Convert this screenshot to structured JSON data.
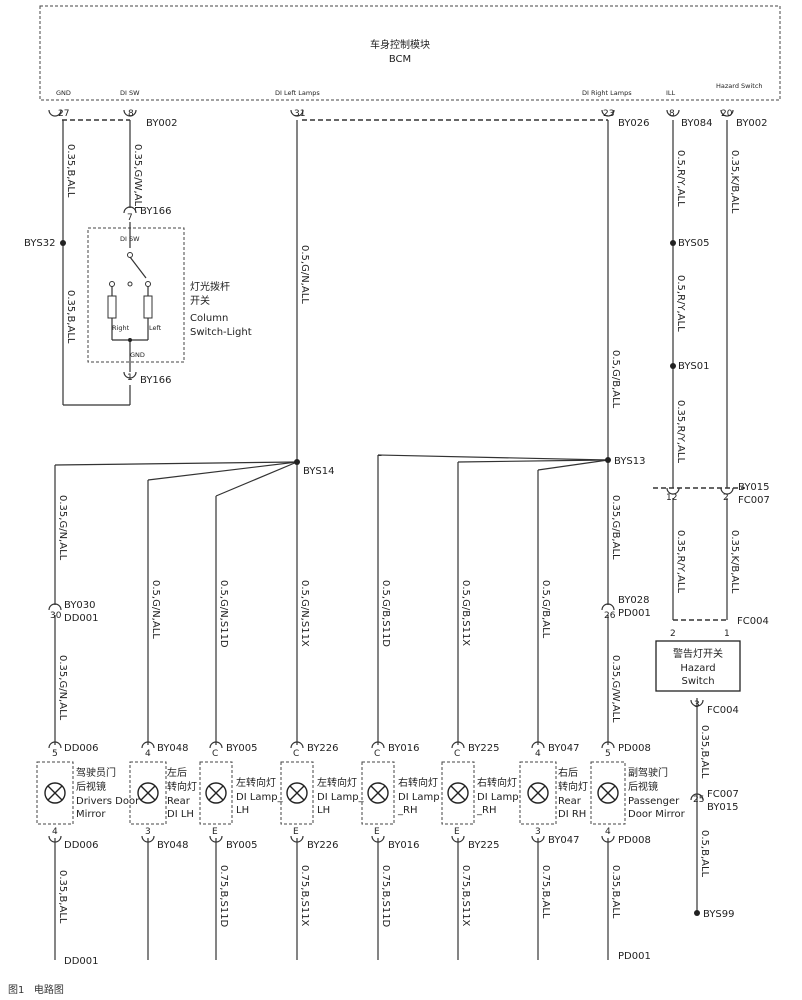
{
  "bcm": {
    "title_cn": "车身控制模块",
    "title_en": "BCM"
  },
  "bcm_pins": {
    "gnd": "GND",
    "di_sw": "DI SW",
    "di_left": "DI Left Lamps",
    "di_right": "DI Right Lamps",
    "ill": "ILL",
    "hazard": "Hazard Switch"
  },
  "pins": {
    "p27": "27",
    "p8": "8",
    "p31": "31",
    "p23": "23",
    "p8b": "8",
    "p20": "20",
    "p7": "7",
    "p1": "1",
    "p30": "30",
    "p26": "26",
    "p12": "12",
    "p2": "2",
    "p2b": "2",
    "p1b": "1",
    "p3": "3",
    "p25": "25"
  },
  "connectors": {
    "by002a": "BY002",
    "by026": "BY026",
    "by084": "BY084",
    "by002b": "BY002",
    "by166a": "BY166",
    "by166b": "BY166",
    "bys32": "BYS32",
    "bys05": "BYS05",
    "bys01": "BYS01",
    "bys14": "BYS14",
    "bys13": "BYS13",
    "by015a": "BY015",
    "fc007a": "FC007",
    "by030": "BY030",
    "dd001a": "DD001",
    "by028": "BY028",
    "pd001a": "PD001",
    "fc004a": "FC004",
    "fc004b": "FC004",
    "fc007b": "FC007",
    "by015b": "BY015",
    "bys99": "BYS99",
    "dd006a": "DD006",
    "by048a": "BY048",
    "by005a": "BY005",
    "by226a": "BY226",
    "by016a": "BY016",
    "by225a": "BY225",
    "by047a": "BY047",
    "pd008a": "PD008",
    "dd006b": "DD006",
    "by048b": "BY048",
    "by005b": "BY005",
    "by226b": "BY226",
    "by016b": "BY016",
    "by225b": "BY225",
    "by047b": "BY047",
    "pd008b": "PD008",
    "dd001b": "DD001",
    "pd001b": "PD001"
  },
  "wires": {
    "w1": "0.35,B,ALL",
    "w2": "0.35,G/W,ALL",
    "w3": "0.35,B,ALL",
    "w4": "0.5,G/N,ALL",
    "w5": "0.5,G/B,ALL",
    "w6": "0.5,R/Y,ALL",
    "w7": "0.5,R/Y,ALL",
    "w8": "0.35,R/Y,ALL",
    "w9": "0.35,K/B,ALL",
    "w10": "0.35,G/N,ALL",
    "w11": "0.5,G/N,ALL",
    "w12": "0.5,G/N,S11D",
    "w13": "0.5,G/N,S11X",
    "w14": "0.5,G/B,S11D",
    "w15": "0.5,G/B,S11X",
    "w16": "0.5,G/B,ALL",
    "w17": "0.35,G/B,ALL",
    "w18": "0.35,R/Y,ALL",
    "w19": "0.35,K/B,ALL",
    "w20": "0.35,G/N,ALL",
    "w21": "0.35,G/W,ALL",
    "w22": "0.35,B,ALL",
    "w23": "0.5,B,ALL",
    "b1": "0.35,B,ALL",
    "b2": "0.75,B,S11D",
    "b3": "0.75,B,S11X",
    "b4": "0.75,B,S11D",
    "b5": "0.75,B,S11X",
    "b6": "0.75,B,ALL",
    "b7": "0.35,B,ALL"
  },
  "switch": {
    "label": "DI SW",
    "right": "Right",
    "left": "Left",
    "gnd": "GND",
    "cn1": "灯光拨杆",
    "cn2": "开关",
    "en1": "Column",
    "en2": "Switch-Light"
  },
  "hazard": {
    "cn": "警告灯开关",
    "en1": "Hazard",
    "en2": "Switch"
  },
  "lamps": [
    {
      "pin_top": "5",
      "pin_bot": "4",
      "cn1": "驾驶员门",
      "cn2": "后视镜",
      "en1": "Drivers Door",
      "en2": "Mirror"
    },
    {
      "pin_top": "4",
      "pin_bot": "3",
      "cn1": "左后",
      "cn2": "转向灯",
      "en1": "Rear",
      "en2": "DI LH"
    },
    {
      "pin_top": "C",
      "pin_bot": "E",
      "cn1": "左转向灯",
      "cn2": "",
      "en1": "DI Lamp_",
      "en2": "LH"
    },
    {
      "pin_top": "C",
      "pin_bot": "E",
      "cn1": "左转向灯",
      "cn2": "",
      "en1": "DI Lamp_",
      "en2": "LH"
    },
    {
      "pin_top": "C",
      "pin_bot": "E",
      "cn1": "右转向灯",
      "cn2": "",
      "en1": "DI Lamp",
      "en2": "_RH"
    },
    {
      "pin_top": "C",
      "pin_bot": "E",
      "cn1": "右转向灯",
      "cn2": "",
      "en1": "DI Lamp",
      "en2": "_RH"
    },
    {
      "pin_top": "4",
      "pin_bot": "3",
      "cn1": "右后",
      "cn2": "转向灯",
      "en1": "Rear",
      "en2": "DI RH"
    },
    {
      "pin_top": "5",
      "pin_bot": "4",
      "cn1": "副驾驶门",
      "cn2": "后视镜",
      "en1": "Passenger",
      "en2": "Door Mirror"
    }
  ],
  "caption": {
    "fig": "图1",
    "title": "电路图"
  }
}
